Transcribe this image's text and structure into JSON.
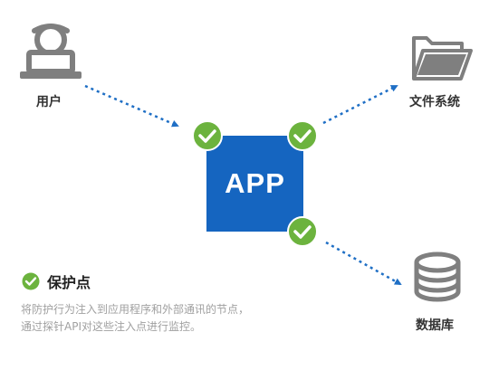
{
  "nodes": {
    "user": "用户",
    "filesystem": "文件系统",
    "database": "数据库",
    "app": "APP"
  },
  "legend": {
    "title": "保护点",
    "description": [
      "将防护行为注入到应用程序和外部通讯的节点，",
      "通过探针API对这些注入点进行监控。"
    ]
  },
  "colors": {
    "app_box": "#1565c0",
    "arrow": "#1f6fc5",
    "check_green": "#6cb33e",
    "icon_gray": "#7f7f7f",
    "label_text": "#333333",
    "description_text": "#a0a0a0"
  },
  "icons": [
    "user-icon",
    "folder-icon",
    "database-icon",
    "check-icon"
  ]
}
